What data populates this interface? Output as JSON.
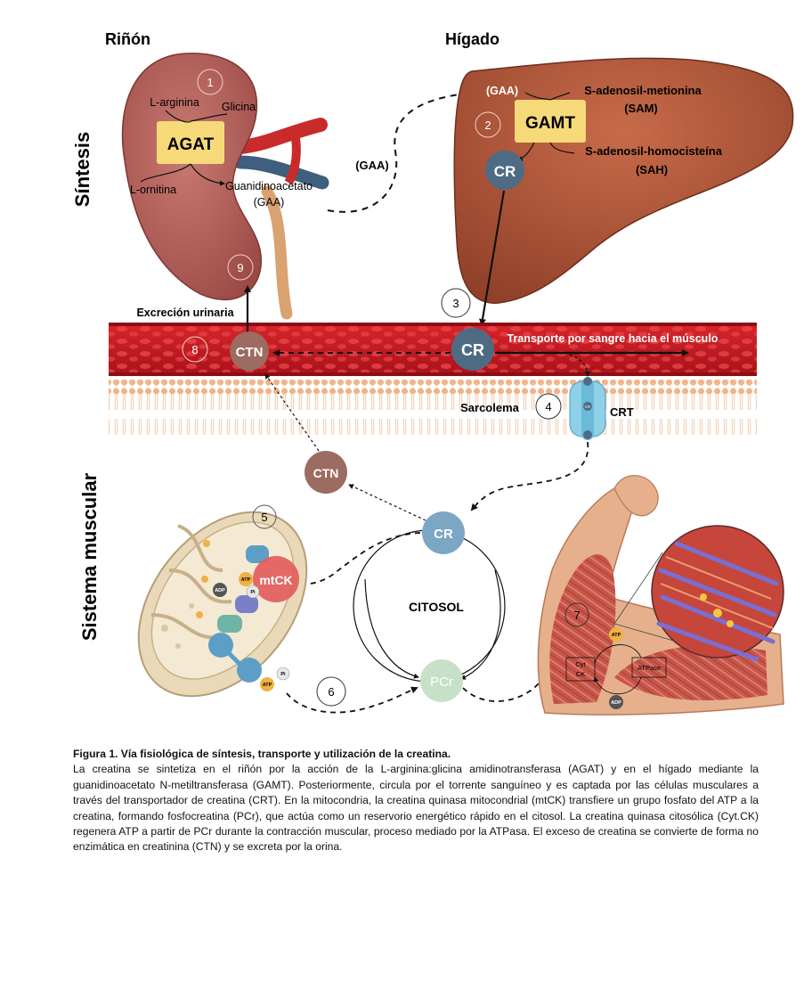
{
  "figure": {
    "section_synthesis": "Síntesis",
    "section_muscle": "Sistema muscular",
    "kidney": {
      "title": "Riñón",
      "enzyme": "AGAT",
      "substrate_a": "L-arginina",
      "substrate_b": "Glicina",
      "product_a": "L-ornitina",
      "product_b": "Guanidinoacetato",
      "product_b_abbr": "(GAA)",
      "excretion": "Excreción urinaria"
    },
    "liver": {
      "title": "Hígado",
      "enzyme": "GAMT",
      "gaa": "(GAA)",
      "sam": "S-adenosil-metionina",
      "sam_abbr": "(SAM)",
      "sah": "S-adenosil-homocisteína",
      "sah_abbr": "(SAH)",
      "cr": "CR"
    },
    "transit_gaa": "(GAA)",
    "blood": {
      "ctn": "CTN",
      "cr": "CR",
      "transport": "Transporte por sangre hacia el músculo"
    },
    "membrane": {
      "label": "Sarcolema",
      "transporter": "CRT",
      "mini_cr": "CR"
    },
    "cytosol": {
      "label": "CITOSOL",
      "cr": "CR",
      "pcr": "PCr",
      "ctn": "CTN"
    },
    "mito": {
      "enzyme": "mtCK",
      "atp": "ATP",
      "adp": "ADP",
      "pi": "Pi"
    },
    "muscle": {
      "cytck_a": "Cyt",
      "cytck_b": "CK",
      "atpase": "ATPase",
      "atp": "ATP",
      "adp": "ADP"
    },
    "steps": [
      "1",
      "2",
      "3",
      "4",
      "5",
      "6",
      "7",
      "8",
      "9"
    ]
  },
  "caption": {
    "title": "Figura 1. Vía fisiológica de síntesis, transporte y utilización de la creatina.",
    "body": "La creatina se sintetiza en el riñón por la acción de la L-arginina:glicina amidinotransferasa (AGAT) y en el hígado mediante la guanidinoacetato N-metiltransferasa (GAMT). Posteriormente, circula por el torrente sanguíneo y es captada por las células musculares a través del transportador de creatina (CRT). En la mitocondria, la creatina quinasa mitocondrial (mtCK) transfiere un grupo fosfato del ATP a la creatina, formando fosfocreatina (PCr), que actúa como un reservorio energético rápido en el citosol. La creatina quinasa citosólica (Cyt.CK) regenera ATP a partir de PCr durante la contracción muscular, proceso mediado por la ATPasa. El exceso de creatina se convierte de forma no enzimática en creatinina (CTN) y se excreta por la orina."
  },
  "colors": {
    "kidney": "#b85a55",
    "liver": "#b45a3c",
    "enzyme_box": "#f6da7a",
    "blood": "#c4161c",
    "cr_node": "#4e6b84",
    "ctn_node": "#9c6b62",
    "cytosol_cr": "#7ba6c4",
    "pcr_node": "#c6e1c8",
    "mtck": "#e25a5a",
    "crt": "#8fd0e8"
  }
}
